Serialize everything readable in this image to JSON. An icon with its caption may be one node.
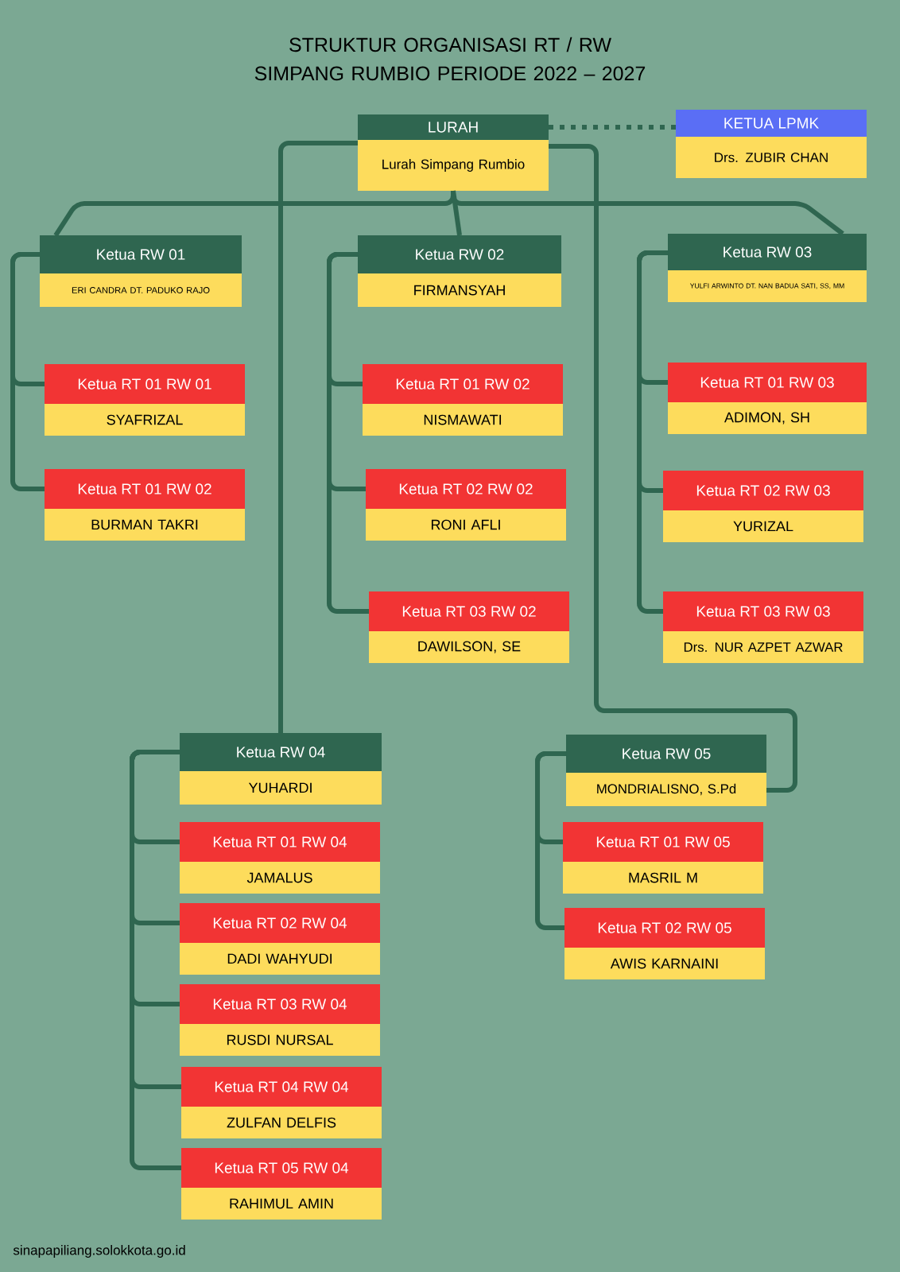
{
  "diagram": {
    "title": "STRUKTUR ORGANISASI RT / RW SIMPANG RUMBIO PERIODE 2022 – 2027",
    "nodes": [
      {
        "text": [
          "LURAH",
          "Lurah Simpang Rumbio"
        ]
      },
      {
        "text": [
          "KETUA LPMK",
          "Drs. ZUBIR CHAN"
        ]
      },
      {
        "text": [
          "Ketua RW 01",
          "ERI CANDRA DT. PADUKO RAJO"
        ]
      },
      {
        "text": [
          "Ketua RW 02",
          "FIRMANSYAH"
        ]
      },
      {
        "text": [
          "Ketua RW 03",
          "YULFI ARWINTO DT. NAN BADUA SATI, SS, MM"
        ]
      },
      {
        "text": [
          "Ketua RT 01 RW 01",
          "SYAFRIZAL"
        ]
      },
      {
        "text": [
          "Ketua RT 01 RW 02",
          "NISMAWATI"
        ]
      },
      {
        "text": [
          "Ketua RT 01 RW 03",
          "ADIMON, SH"
        ]
      },
      {
        "text": [
          "Ketua RT 01 RW 02",
          "BURMAN TAKRI"
        ]
      },
      {
        "text": [
          "Ketua RT 02 RW 02",
          "RONI AFLI"
        ]
      },
      {
        "text": [
          "Ketua RT 02 RW 03",
          "YURIZAL"
        ]
      },
      {
        "text": [
          "Ketua RT 03 RW 02",
          "DAWILSON, SE"
        ]
      },
      {
        "text": [
          "Ketua RT 03 RW 03",
          "Drs. NUR AZPET AZWAR"
        ]
      },
      {
        "text": [
          "Ketua RW 04",
          "YUHARDI"
        ]
      },
      {
        "text": [
          "Ketua RW 05",
          "MONDRIALISNO, S.Pd"
        ]
      },
      {
        "text": [
          "Ketua RT 01 RW 04",
          "JAMALUS"
        ]
      },
      {
        "text": [
          "Ketua RT 01 RW 05",
          "MASRIL M"
        ]
      },
      {
        "text": [
          "Ketua RT 02 RW 04",
          "DADI WAHYUDI"
        ]
      },
      {
        "text": [
          "Ketua RT 02 RW 05",
          "AWIS KARNAINI"
        ]
      },
      {
        "text": [
          "Ketua RT 03 RW 04",
          "RUSDI NURSAL"
        ]
      },
      {
        "text": [
          "Ketua RT 04 RW 04",
          "ZULFAN DELFIS"
        ]
      },
      {
        "text": [
          "Ketua RT 05 RW 04",
          "RAHIMUL AMIN"
        ]
      }
    ],
    "edges": [
      {
        "from": 0,
        "to": 1,
        "arrow": "none",
        "style": "dashed"
      },
      {
        "from": 0,
        "to": 2,
        "arrow": "none"
      },
      {
        "from": 0,
        "to": 3,
        "arrow": "none"
      },
      {
        "from": 0,
        "to": 4,
        "arrow": "none"
      },
      {
        "from": 0,
        "to": 13,
        "arrow": "none"
      },
      {
        "from": 0,
        "to": 14,
        "arrow": "none"
      },
      {
        "from": 2,
        "to": 5,
        "arrow": "none"
      },
      {
        "from": 2,
        "to": 8,
        "arrow": "none"
      },
      {
        "from": 3,
        "to": 6,
        "arrow": "none"
      },
      {
        "from": 3,
        "to": 9,
        "arrow": "none"
      },
      {
        "from": 3,
        "to": 11,
        "arrow": "none"
      },
      {
        "from": 4,
        "to": 7,
        "arrow": "none"
      },
      {
        "from": 4,
        "to": 10,
        "arrow": "none"
      },
      {
        "from": 4,
        "to": 12,
        "arrow": "none"
      },
      {
        "from": 13,
        "to": 15,
        "arrow": "none"
      },
      {
        "from": 13,
        "to": 17,
        "arrow": "none"
      },
      {
        "from": 13,
        "to": 19,
        "arrow": "none"
      },
      {
        "from": 13,
        "to": 20,
        "arrow": "none"
      },
      {
        "from": 13,
        "to": 21,
        "arrow": "none"
      },
      {
        "from": 14,
        "to": 16,
        "arrow": "none"
      },
      {
        "from": 14,
        "to": 18,
        "arrow": "none"
      }
    ],
    "labels": [
      "sinapapiliang.solokkota.go.id"
    ]
  }
}
